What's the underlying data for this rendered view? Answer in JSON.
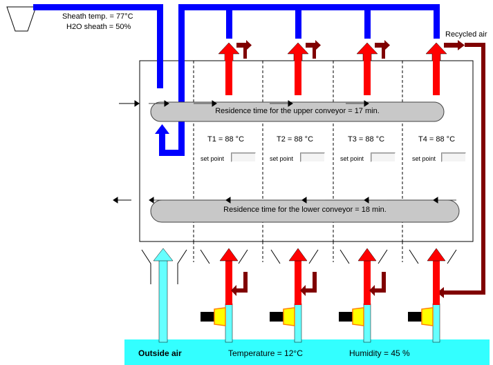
{
  "sheath": {
    "temp_label": "Sheath temp. = 77°C",
    "h2o_label": "H2O sheath = 50%"
  },
  "recycled_air_label": "Recycled air",
  "upper_conveyor": {
    "label": "Residence time for the upper conveyor = 17 min."
  },
  "lower_conveyor": {
    "label": "Residence time for the lower conveyor = 18 min."
  },
  "zones": [
    {
      "temp_label": "T1 = 88 °C",
      "setpoint_label": "set point",
      "setpoint_value": ""
    },
    {
      "temp_label": "T2 = 88 °C",
      "setpoint_label": "set point",
      "setpoint_value": ""
    },
    {
      "temp_label": "T3 = 88 °C",
      "setpoint_label": "set point",
      "setpoint_value": ""
    },
    {
      "temp_label": "T4 = 88 °C",
      "setpoint_label": "set point",
      "setpoint_value": ""
    }
  ],
  "bottom_bar": {
    "outside_air_label": "Outside air",
    "temperature_label": "Temperature = 12°C",
    "humidity_label": "Humidity = 45 %"
  },
  "colors": {
    "sheath_pipe": "#0000ff",
    "hot_air": "#ff0000",
    "recycled_air": "#800000",
    "outside_air": "#66ffff",
    "bottom_bar": "#33ffff",
    "conveyor": "#c8c8c8",
    "burner_flame": "#ffff00",
    "burner_flame_edge": "#ff8000",
    "burner_body": "#000000"
  },
  "icons": [
    "sheath-hopper-icon",
    "burner-icon",
    "arrow-up-icon",
    "arrow-right-icon",
    "arrow-left-icon"
  ]
}
